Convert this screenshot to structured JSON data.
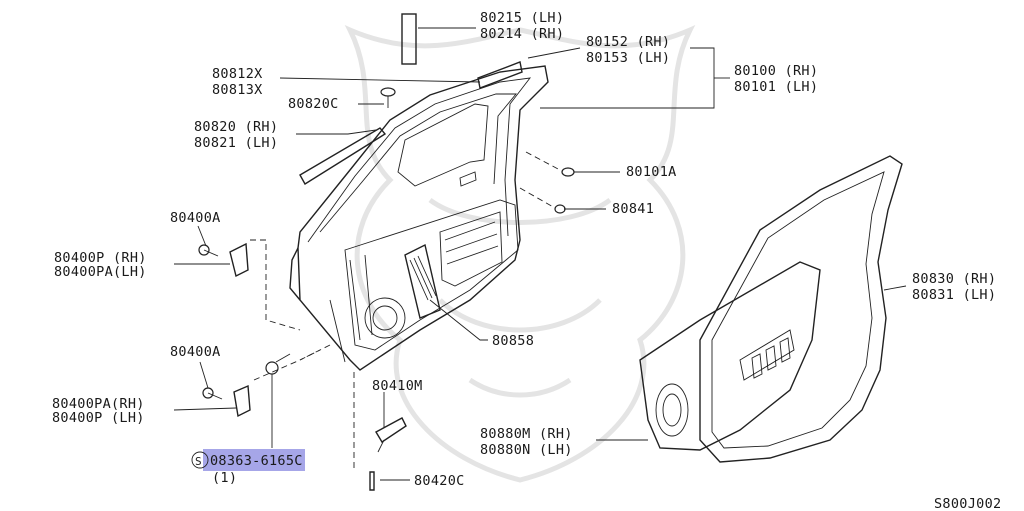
{
  "diagram_code": "S800J002",
  "highlight_color": "#a6a6e8",
  "labels": {
    "p80215": "80215 (LH)",
    "p80214": "80214 (RH)",
    "p80152": "80152 (RH)",
    "p80153": "80153 (LH)",
    "p80100": "80100 (RH)",
    "p80101": "80101 (LH)",
    "p80812": "80812X",
    "p80813": "80813X",
    "p80820c": "80820C",
    "p80820": "80820 (RH)",
    "p80821": "80821 (LH)",
    "p80101a": "80101A",
    "p80841": "80841",
    "p80400a_top": "80400A",
    "p80400p_rh": "80400P (RH)",
    "p80400pa_lh": "80400PA(LH)",
    "p80400a_bot": "80400A",
    "p80400pa_rh": "80400PA(RH)",
    "p80400p_lh": "80400P (LH)",
    "p80858": "80858",
    "p80410m": "80410M",
    "p08363": "08363-6165C",
    "qty08363": "(1)",
    "s_mark": "S",
    "p80830": "80830 (RH)",
    "p80831": "80831 (LH)",
    "p80880m": "80880M (RH)",
    "p80880n": "80880N (LH)",
    "p80420c": "80420C"
  }
}
